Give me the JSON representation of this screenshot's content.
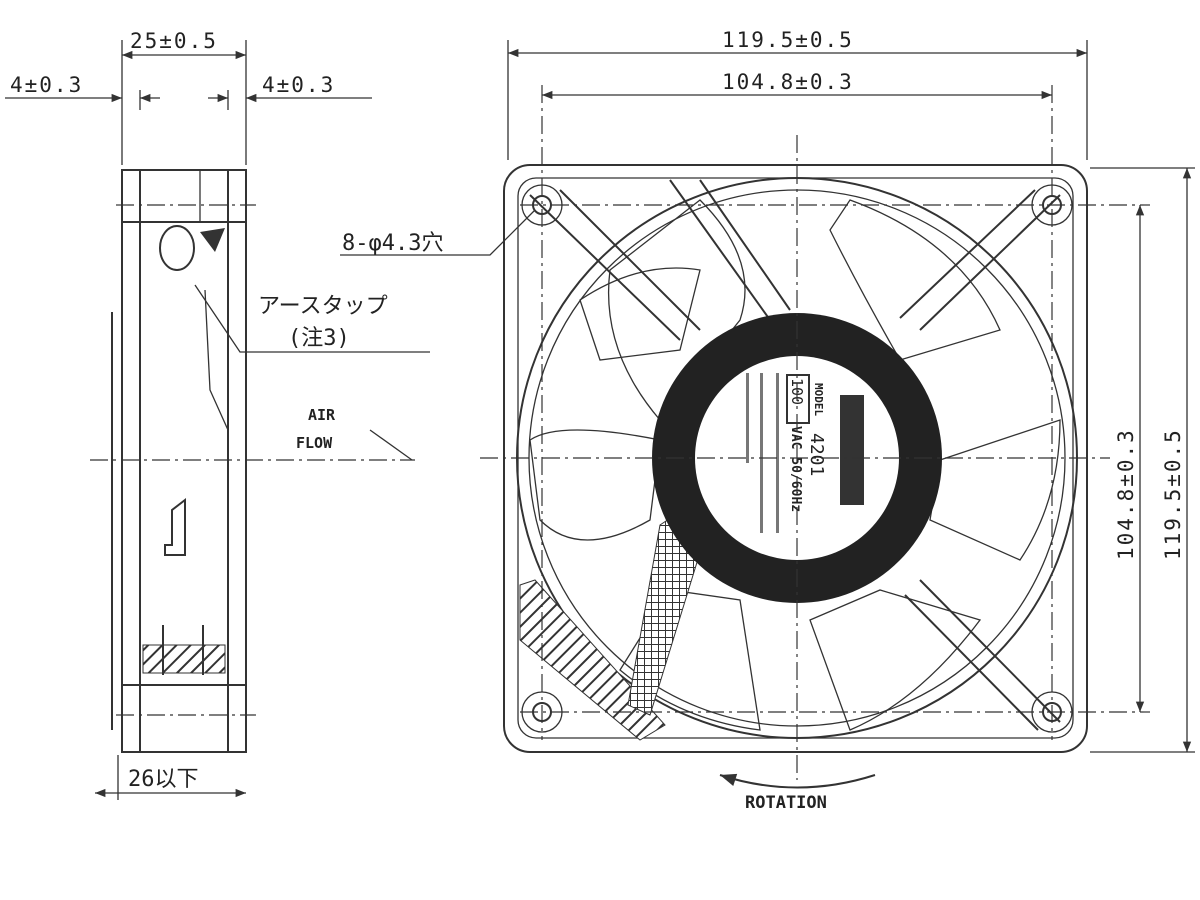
{
  "side_view": {
    "width_dim": "25±0.5",
    "left_flange_dim": "4±0.3",
    "right_flange_dim": "4±0.3",
    "bottom_dim": "26以下",
    "earth_tap_label": "アースタップ",
    "earth_tap_note": "(注3)",
    "airflow_label_1": "AIR",
    "airflow_label_2": "FLOW"
  },
  "front_view": {
    "outer_width_dim": "119.5±0.5",
    "hole_pitch_width_dim": "104.8±0.3",
    "hole_pitch_height_dim": "104.8±0.3",
    "outer_height_dim": "119.5±0.5",
    "hole_label": "8-φ4.3穴",
    "rotation_label": "ROTATION",
    "hub_label": {
      "model_caption": "MODEL",
      "model": "4201",
      "voltage": "100",
      "voltage_suffix": "VAC 50/60Hz"
    }
  }
}
